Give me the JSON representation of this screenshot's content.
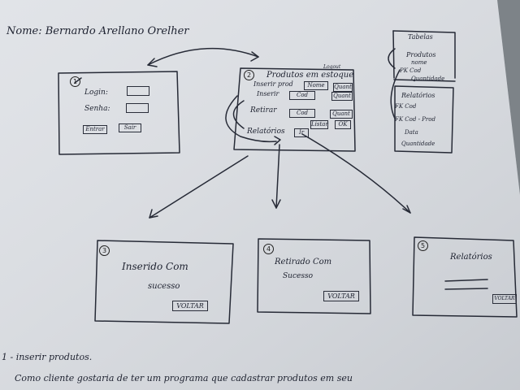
{
  "header": {
    "name_line": "Nome: Bernardo Arellano Orelher"
  },
  "screen1": {
    "number": "1",
    "login_label": "Login:",
    "senha_label": "Senha:",
    "buttons": [
      "Entrar",
      "Sair"
    ]
  },
  "screen2": {
    "number": "2",
    "title": "Produtos em estoque",
    "corner_label": "Logout",
    "inserir_label": "Inserir prod",
    "inserir_fields": [
      "Nome",
      "Quant"
    ],
    "inserir_cod": "Cod",
    "inserir_button": "Inserir",
    "retirar_label": "Retirar",
    "retirar_cod": "Cod",
    "retirar_quant": "Quant",
    "retirar_buttons": [
      "Listar",
      "OK"
    ],
    "relatorios_label": "Relatórios",
    "relatorios_button": "Ir"
  },
  "tables_panel": {
    "title": "Tabelas",
    "produtos": [
      "Produtos",
      "nome",
      "PK Cod",
      "Quantidade"
    ],
    "relatorios": [
      "Relatórios",
      "FK Cod",
      "FK Cod - Prod",
      "Data",
      "Quantidade"
    ]
  },
  "screen3": {
    "number": "3",
    "line1": "Inserido Com",
    "line2": "sucesso",
    "button": "VOLTAR"
  },
  "screen4": {
    "number": "4",
    "line1": "Retirado Com",
    "line2": "Sucesso",
    "button": "VOLTAR"
  },
  "screen5": {
    "number": "5",
    "title": "Relatórios",
    "button": "VOLTAR"
  },
  "footer": {
    "line1": "1 - inserir produtos.",
    "line2": "Como cliente gostaria de ter um programa que cadastrar produtos em seu"
  }
}
